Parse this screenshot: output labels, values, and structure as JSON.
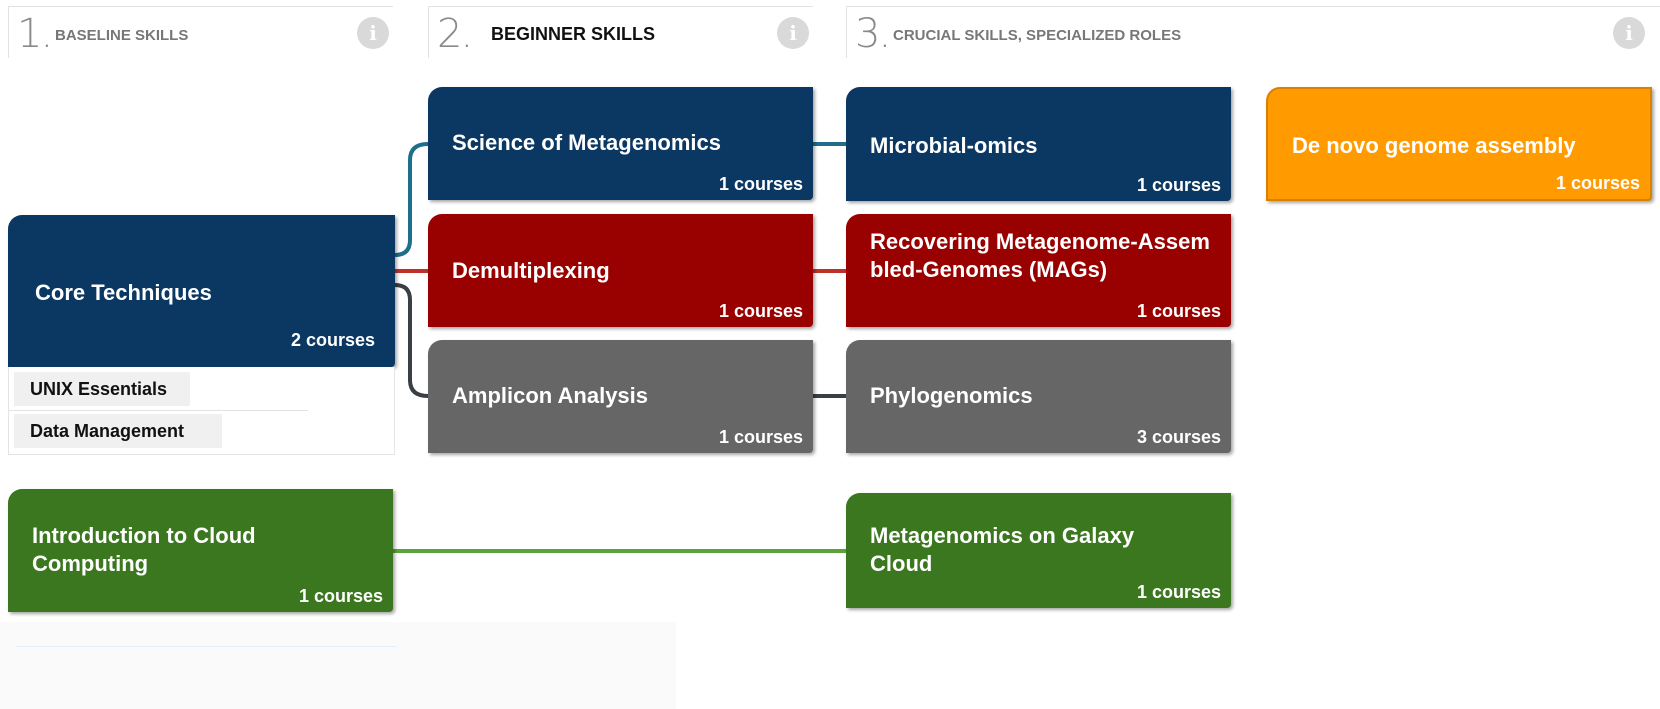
{
  "columns": [
    {
      "number": "1.",
      "title": "BASELINE SKILLS",
      "info": "i"
    },
    {
      "number": "2.",
      "title": "BEGINNER SKILLS",
      "info": "i"
    },
    {
      "number": "3.",
      "title": "CRUCIAL SKILLS, SPECIALIZED ROLES",
      "info": "i"
    }
  ],
  "nodes": {
    "core": {
      "title": "Core Techniques",
      "count": "2 courses",
      "color": "#0b3763"
    },
    "core_sub": [
      "UNIX Essentials",
      "Data Management"
    ],
    "cloud_intro": {
      "title": "Introduction to Cloud Computing",
      "count": "1 courses",
      "color": "#3a771e"
    },
    "science_meta": {
      "title": "Science of Metagenomics",
      "count": "1 courses",
      "color": "#0b3763"
    },
    "demux": {
      "title": "Demultiplexing",
      "count": "1 courses",
      "color": "#990000"
    },
    "amplicon": {
      "title": "Amplicon Analysis",
      "count": "1 courses",
      "color": "#666666"
    },
    "microbial": {
      "title": "Microbial-omics",
      "count": "1 courses",
      "color": "#0b3763"
    },
    "mags": {
      "title": "Recovering Metagenome-Assembled-Genomes (MAGs)",
      "count": "1 courses",
      "color": "#990000"
    },
    "phylo": {
      "title": "Phylogenomics",
      "count": "3 courses",
      "color": "#666666"
    },
    "galaxy": {
      "title": "Metagenomics on Galaxy Cloud",
      "count": "1 courses",
      "color": "#3a771e"
    },
    "denovo": {
      "title": "De novo genome assembly",
      "count": "1 courses",
      "color": "#ff9a00"
    }
  },
  "link_colors": {
    "blue": "#1f6e8c",
    "red": "#c0302b",
    "gray": "#3a3f45",
    "green": "#5aa33a"
  }
}
